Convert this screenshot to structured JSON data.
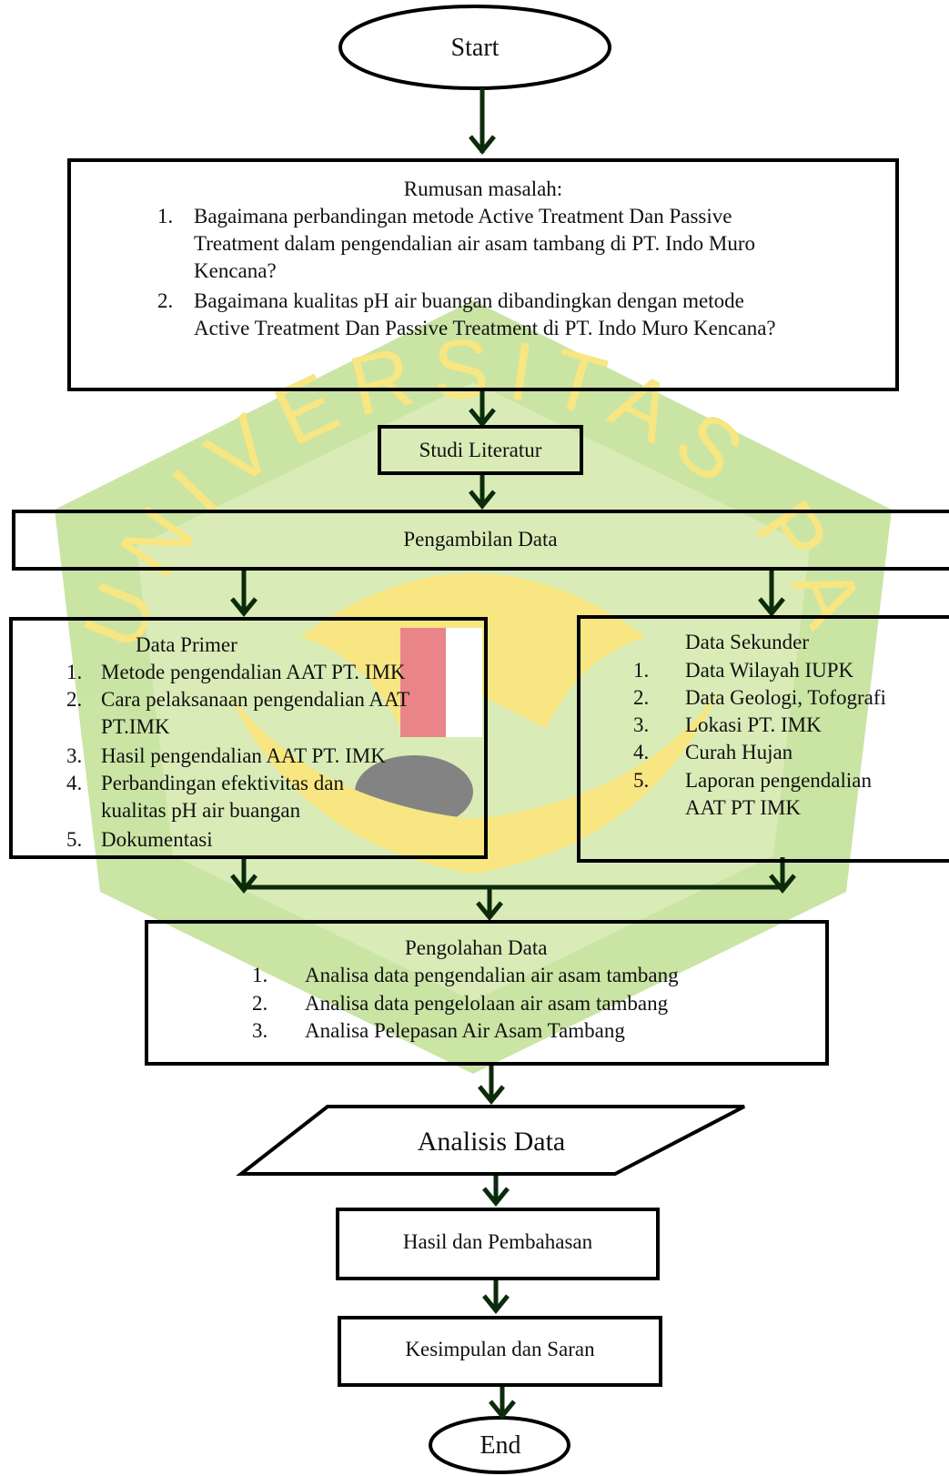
{
  "colors": {
    "stroke": "#000000",
    "arrow": "#0b2b0b",
    "watermark_green": "#8bbf3a",
    "watermark_yellow": "#f2d21b",
    "watermark_red": "#d8232a"
  },
  "start": {
    "label": "Start"
  },
  "end": {
    "label": "End"
  },
  "rumusan": {
    "title": "Rumusan masalah:",
    "items": [
      {
        "num": "1.",
        "lines": [
          "Bagaimana perbandingan  metode Active Treatment Dan Passive",
          "Treatment  dalam pengendalian air asam tambang di PT. Indo Muro",
          "Kencana?"
        ]
      },
      {
        "num": "2.",
        "lines": [
          "Bagaimana kualitas pH air buangan dibandingkan dengan metode",
          "Active Treatment Dan Passive Treatment di PT. Indo Muro Kencana?"
        ]
      }
    ]
  },
  "studi": {
    "label": "Studi Literatur"
  },
  "pengambilan": {
    "label": "Pengambilan Data"
  },
  "primer": {
    "title": "Data Primer",
    "items": [
      {
        "num": "1.",
        "lines": [
          "Metode pengendalian AAT PT. IMK"
        ]
      },
      {
        "num": "2.",
        "lines": [
          "Cara pelaksanaan pengendalian AAT",
          "PT.IMK"
        ]
      },
      {
        "num": "3.",
        "lines": [
          "Hasil pengendalian AAT PT. IMK"
        ]
      },
      {
        "num": "4.",
        "lines": [
          "Perbandingan  efektivitas dan",
          "kualitas  pH air buangan"
        ]
      },
      {
        "num": "5.",
        "lines": [
          "Dokumentasi"
        ]
      }
    ]
  },
  "sekunder": {
    "title": "Data Sekunder",
    "items": [
      {
        "num": "1.",
        "lines": [
          "Data Wilayah IUPK"
        ]
      },
      {
        "num": "2.",
        "lines": [
          "Data Geologi, Tofografi"
        ]
      },
      {
        "num": "3.",
        "lines": [
          "Lokasi PT. IMK"
        ]
      },
      {
        "num": "4.",
        "lines": [
          "Curah Hujan"
        ]
      },
      {
        "num": "5.",
        "lines": [
          "Laporan pengendalian",
          "AAT PT IMK"
        ]
      }
    ]
  },
  "pengolahan": {
    "title": "Pengolahan Data",
    "items": [
      {
        "num": "1.",
        "text": "Analisa data pengendalian air asam tambang"
      },
      {
        "num": "2.",
        "text": "Analisa data pengelolaan air asam tambang"
      },
      {
        "num": "3.",
        "text": "Analisa Pelepasan Air Asam Tambang"
      }
    ]
  },
  "analisis": {
    "label": "Analisis Data"
  },
  "hasil": {
    "label": "Hasil dan Pembahasan"
  },
  "kesimpulan": {
    "label": "Kesimpulan dan Saran"
  },
  "watermark": {
    "arc_text": "UNIVERSITAS PALANGKA RAYA"
  }
}
